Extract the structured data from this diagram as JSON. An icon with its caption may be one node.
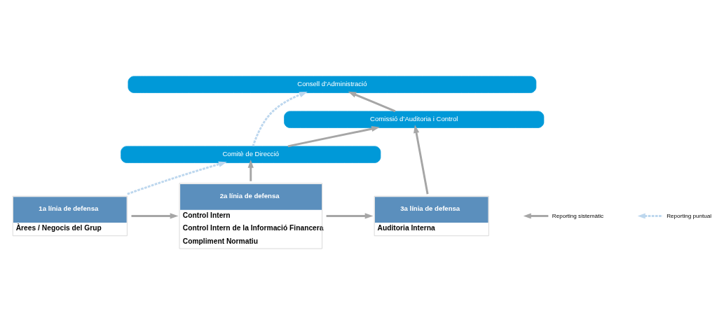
{
  "diagram": {
    "nodes": [
      {
        "text": [
          "Consell d’Administració"
        ]
      },
      {
        "text": [
          "Comissió d’Auditoria i Control"
        ]
      },
      {
        "text": [
          "Comitè de Direcció"
        ]
      },
      {
        "text": [
          "1a línia de defensa",
          "Àrees / Negocis del Grup"
        ]
      },
      {
        "text": [
          "2a línia de defensa",
          "Control Intern",
          "Control Intern de la Informació Financera",
          "Compliment Normatiu"
        ]
      },
      {
        "text": [
          "3a línia de defensa",
          "Auditoria Interna"
        ]
      }
    ],
    "edges": [
      {
        "from": 2,
        "to": 0,
        "arrow": "to",
        "style": "dashed",
        "color": "#bdd7ee"
      },
      {
        "from": 1,
        "to": 0,
        "arrow": "to"
      },
      {
        "from": 2,
        "to": 1,
        "arrow": "to"
      },
      {
        "from": 3,
        "to": 2,
        "arrow": "to",
        "style": "dashed",
        "color": "#bdd7ee"
      },
      {
        "from": 4,
        "to": 2,
        "arrow": "to"
      },
      {
        "from": 5,
        "to": 1,
        "arrow": "to"
      },
      {
        "from": 3,
        "to": 4,
        "arrow": "to"
      },
      {
        "from": 4,
        "to": 5,
        "arrow": "to"
      }
    ],
    "legend": [
      {
        "text": "Reporting sistemàtic"
      },
      {
        "text": "Reporting puntual"
      }
    ]
  }
}
